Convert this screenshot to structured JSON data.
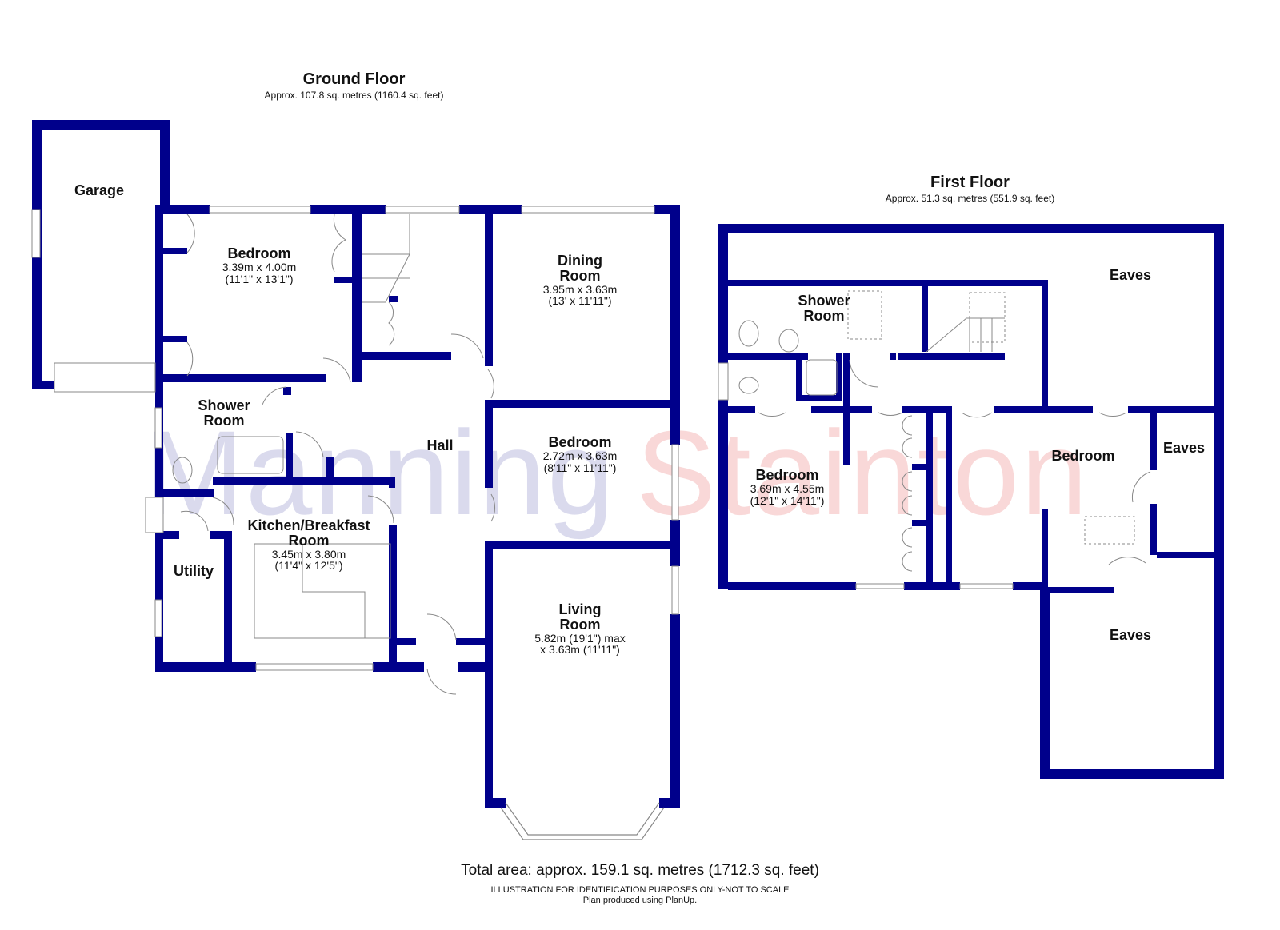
{
  "colors": {
    "wall": "#00008B",
    "fixture": "#888888",
    "watermark_left": "#3a3aa0",
    "watermark_right": "#e03030"
  },
  "watermark": {
    "part1": "Manning",
    "part2": "Stainton"
  },
  "ground_floor": {
    "title": "Ground Floor",
    "area": "Approx. 107.8 sq. metres (1160.4 sq. feet)",
    "rooms": [
      {
        "name": "Garage",
        "dims": []
      },
      {
        "name": "Bedroom",
        "dims": [
          "3.39m x 4.00m",
          "(11'1\" x 13'1\")"
        ]
      },
      {
        "name": "Dining Room",
        "lines": [
          "Dining",
          "Room"
        ],
        "dims": [
          "3.95m x 3.63m",
          "(13' x 11'11\")"
        ]
      },
      {
        "name": "Shower Room",
        "lines": [
          "Shower",
          "Room"
        ],
        "dims": []
      },
      {
        "name": "Hall",
        "dims": []
      },
      {
        "name": "Bedroom",
        "dims": [
          "2.72m x 3.63m",
          "(8'11\" x 11'11\")"
        ]
      },
      {
        "name": "Kitchen/Breakfast Room",
        "lines": [
          "Kitchen/Breakfast",
          "Room"
        ],
        "dims": [
          "3.45m x 3.80m",
          "(11'4\" x 12'5\")"
        ]
      },
      {
        "name": "Utility",
        "dims": []
      },
      {
        "name": "Living Room",
        "lines": [
          "Living",
          "Room"
        ],
        "dims": [
          "5.82m (19'1\") max",
          "x 3.63m (11'11\")"
        ]
      }
    ]
  },
  "first_floor": {
    "title": "First Floor",
    "area": "Approx. 51.3 sq. metres (551.9 sq. feet)",
    "rooms": [
      {
        "name": "Eaves",
        "dims": []
      },
      {
        "name": "Shower Room",
        "lines": [
          "Shower",
          "Room"
        ],
        "dims": []
      },
      {
        "name": "Bedroom",
        "dims": [
          "3.69m x 4.55m",
          "(12'1\" x 14'11\")"
        ]
      },
      {
        "name": "Bedroom",
        "dims": []
      },
      {
        "name": "Eaves",
        "dims": []
      },
      {
        "name": "Eaves",
        "dims": []
      }
    ]
  },
  "footer": {
    "total": "Total area: approx. 159.1 sq. metres (1712.3 sq. feet)",
    "disclaimer": "ILLUSTRATION FOR IDENTIFICATION PURPOSES ONLY-NOT TO SCALE",
    "credit": "Plan produced using PlanUp."
  }
}
